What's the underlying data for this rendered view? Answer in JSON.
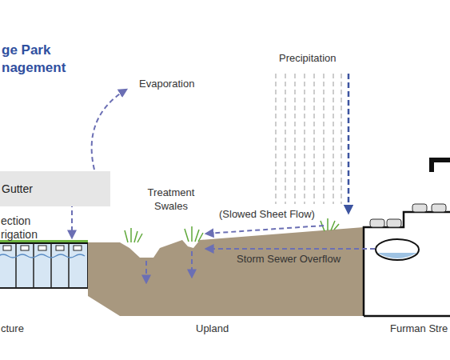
{
  "diagram": {
    "title": "ge Park nagement",
    "nodes": [
      {
        "text": [
          "Gutter"
        ]
      }
    ],
    "labels": [
      "ection rigation",
      "Evaporation",
      "Precipitation",
      "Treatment Swales",
      "(Slowed Sheet Flow)",
      "Storm Sewer Overflow",
      "cture",
      "Upland",
      "Furman Stre"
    ]
  }
}
